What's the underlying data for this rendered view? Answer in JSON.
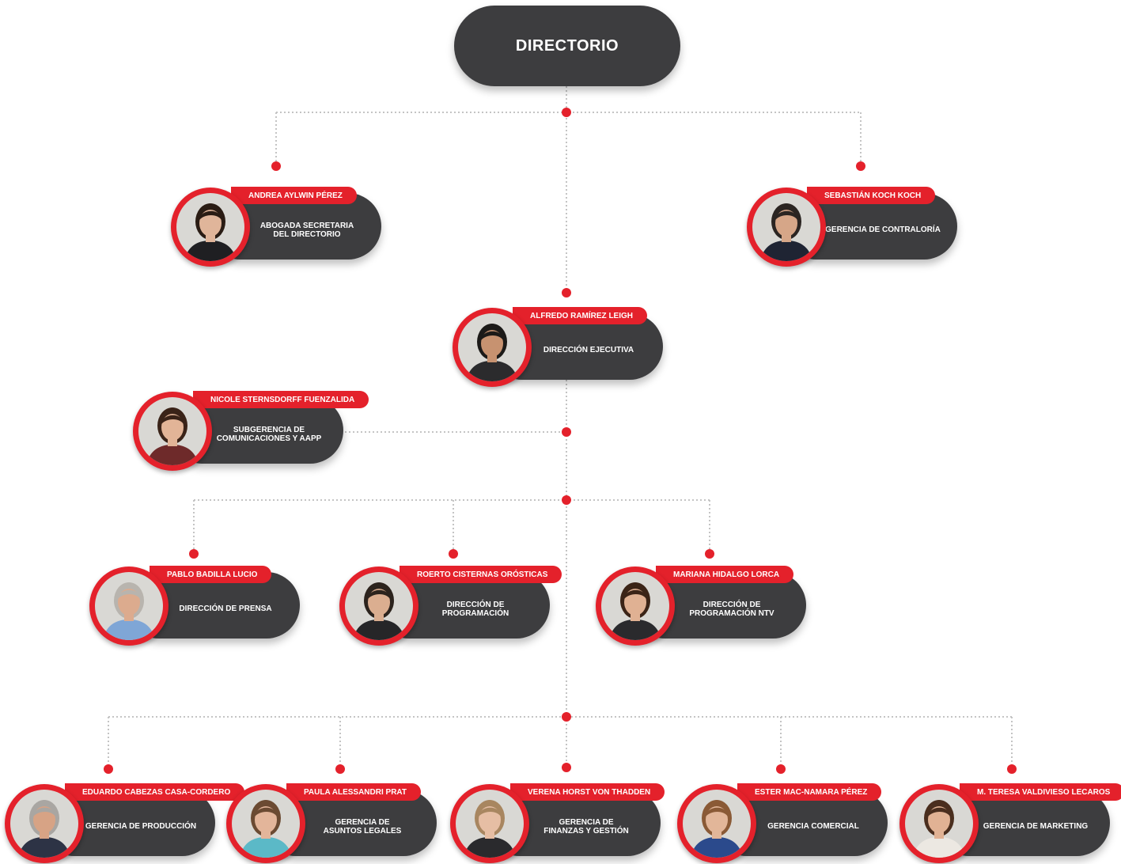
{
  "top": {
    "label": "DIRECTORIO"
  },
  "people": [
    {
      "id": "andrea",
      "name": "ANDREA AYLWIN PÉREZ",
      "role": "ABOGADA SECRETARIA\nDEL DIRECTORIO",
      "hair": "#2a1c14",
      "skin": "#e0b59a",
      "shirt": "#1f1f22"
    },
    {
      "id": "sebastian",
      "name": "SEBASTIÁN KOCH KOCH",
      "role": "GERENCIA DE CONTRALORÍA",
      "hair": "#2b2522",
      "skin": "#d6a688",
      "shirt": "#1f2433"
    },
    {
      "id": "alfredo",
      "name": "ALFREDO RAMÍREZ LEIGH",
      "role": "DIRECCIÓN EJECUTIVA",
      "hair": "#1c1a18",
      "skin": "#c79270",
      "shirt": "#2b2b2d"
    },
    {
      "id": "nicole",
      "name": "NICOLE STERNSDORFF FUENZALIDA",
      "role": "SUBGERENCIA DE\nCOMUNICACIONES Y AAPP",
      "hair": "#3a2318",
      "skin": "#e2b497",
      "shirt": "#6e2a2a"
    },
    {
      "id": "pablo",
      "name": "PABLO BADILLA LUCIO",
      "role": "DIRECCIÓN DE PRENSA",
      "hair": "#b8b4ae",
      "skin": "#dcab8e",
      "shirt": "#7fa6d6"
    },
    {
      "id": "roerto",
      "name": "ROERTO CISTERNAS ORÓSTICAS",
      "role": "DIRECCIÓN DE\nPROGRAMACIÓN",
      "hair": "#2c231d",
      "skin": "#dbae90",
      "shirt": "#262628"
    },
    {
      "id": "mariana",
      "name": "MARIANA HIDALGO LORCA",
      "role": "DIRECCIÓN DE\nPROGRAMACIÓN NTV",
      "hair": "#3b2417",
      "skin": "#e0b193",
      "shirt": "#2a2a2d"
    },
    {
      "id": "eduardo",
      "name": "EDUARDO CABEZAS CASA-CORDERO",
      "role": "GERENCIA DE PRODUCCIÓN",
      "hair": "#a9a6a2",
      "skin": "#d7a385",
      "shirt": "#2d3345"
    },
    {
      "id": "paula",
      "name": "PAULA ALESSANDRI PRAT",
      "role": "GERENCIA DE\nASUNTOS LEGALES",
      "hair": "#6b4a32",
      "skin": "#e3b59a",
      "shirt": "#5bb9c7"
    },
    {
      "id": "verena",
      "name": "VERENA HORST VON THADDEN",
      "role": "GERENCIA DE\nFINANZAS Y GESTIÓN",
      "hair": "#a88660",
      "skin": "#e6bea4",
      "shirt": "#2a2a2d"
    },
    {
      "id": "ester",
      "name": "ESTER MAC-NAMARA PÉREZ",
      "role": "GERENCIA COMERCIAL",
      "hair": "#8a5a36",
      "skin": "#e2b699",
      "shirt": "#2b4a8c"
    },
    {
      "id": "teresa",
      "name": "M. TERESA VALDIVIESO LECAROS",
      "role": "GERENCIA DE MARKETING",
      "hair": "#4a2e1e",
      "skin": "#e1b294",
      "shirt": "#ece8e2"
    }
  ],
  "colors": {
    "accent": "#e4212b",
    "card": "#3d3d3f",
    "connector": "#c4c4c4",
    "background": "#ffffff"
  }
}
